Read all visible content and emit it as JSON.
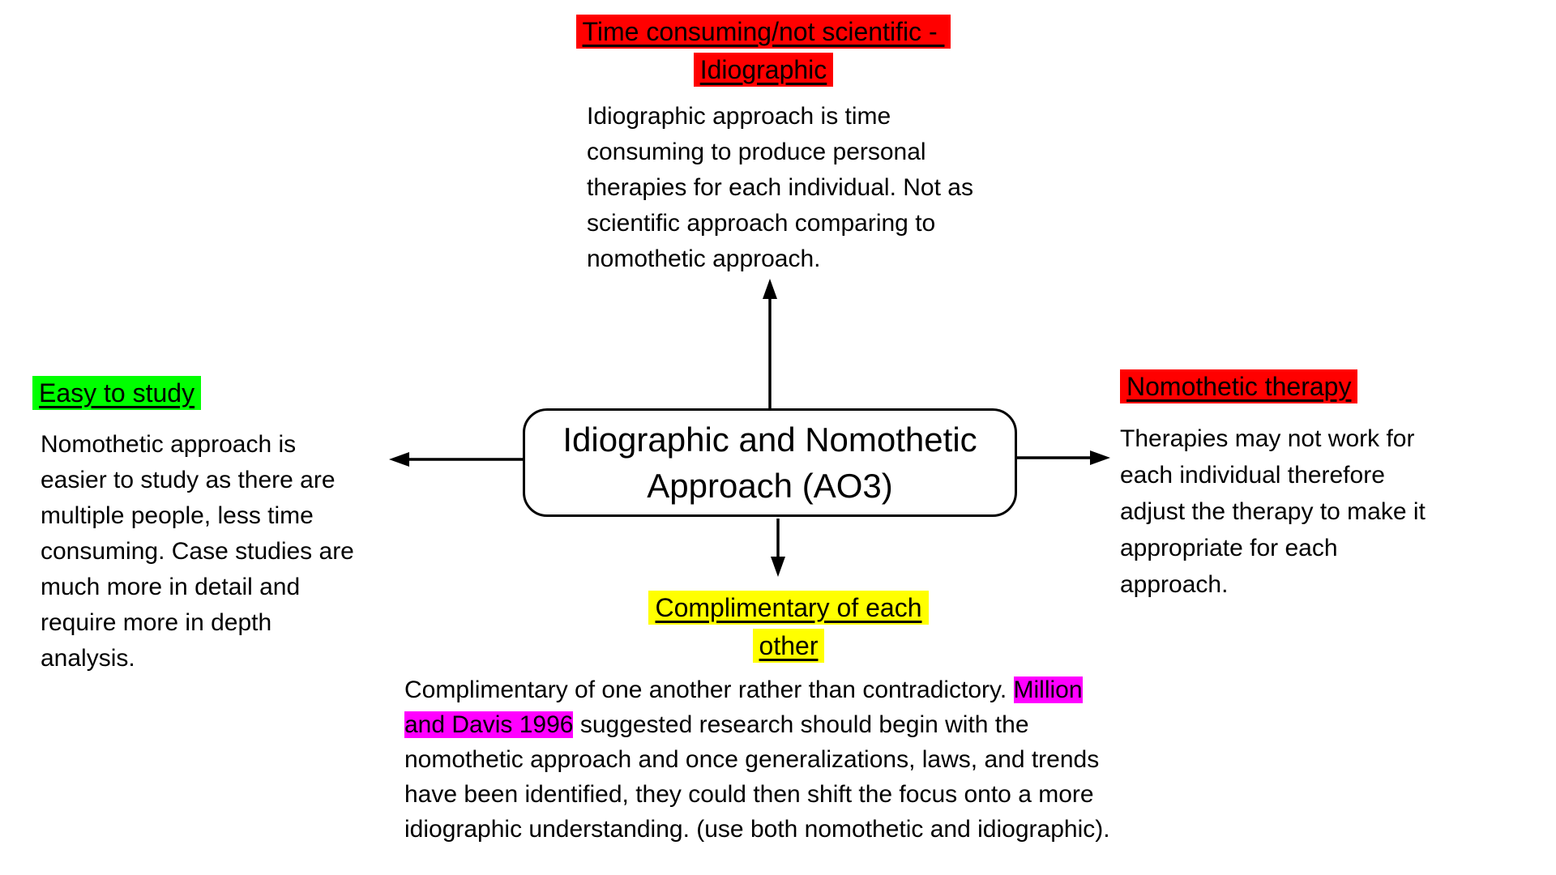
{
  "center": {
    "title": "Idiographic and Nomothetic\nApproach (AO3)"
  },
  "top": {
    "heading": "Time consuming/not scientific - \nIdiographic",
    "highlight_color": "#ff0000",
    "body": "Idiographic approach is time\nconsuming to produce personal\ntherapies for each individual. Not as\nscientific approach comparing to\nnomothetic approach."
  },
  "left": {
    "heading": "Easy to study",
    "highlight_color": "#00ff00",
    "body": "Nomothetic approach is\neasier to study as there are\nmultiple people, less time\nconsuming. Case studies are\nmuch more in detail and\nrequire more in depth\nanalysis."
  },
  "right": {
    "heading": "Nomothetic therapy",
    "highlight_color": "#ff0000",
    "body": "Therapies may not work for\neach individual therefore\nadjust the therapy to make it\nappropriate for each\napproach."
  },
  "bottom": {
    "heading": "Complimentary of each\nother",
    "highlight_color": "#ffff00",
    "body_segments": [
      {
        "text": "Complimentary of one another rather than contradictory. "
      },
      {
        "text": "Million\nand Davis 1996",
        "color": "#ff00ff"
      },
      {
        "text": " suggested research should begin with the\nnomothetic approach and once generalizations, laws, and trends\nhave been identified, they could then shift the focus onto a more\nidiographic understanding. (use both nomothetic and idiographic)."
      }
    ]
  },
  "colors": {
    "text": "#000000",
    "connector_line": "#000000",
    "background": "#ffffff"
  }
}
